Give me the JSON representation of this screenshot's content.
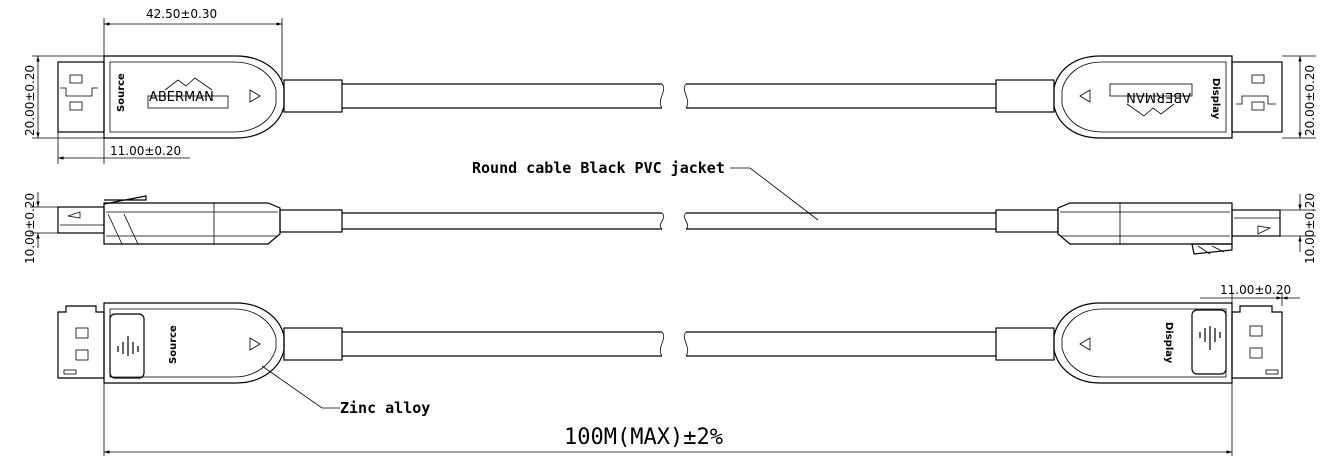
{
  "dimensions": {
    "plug_length": "42.50±0.30",
    "plug_width": "20.00±0.20",
    "tip_length": "11.00±0.20",
    "plug_thickness": "10.00±0.20",
    "overall_length": "100M(MAX)±2%"
  },
  "labels": {
    "brand": "ABERMAN",
    "source": "Source",
    "display": "Display"
  },
  "notes": {
    "cable": "Round cable Black PVC jacket",
    "housing": "Zinc alloy"
  }
}
